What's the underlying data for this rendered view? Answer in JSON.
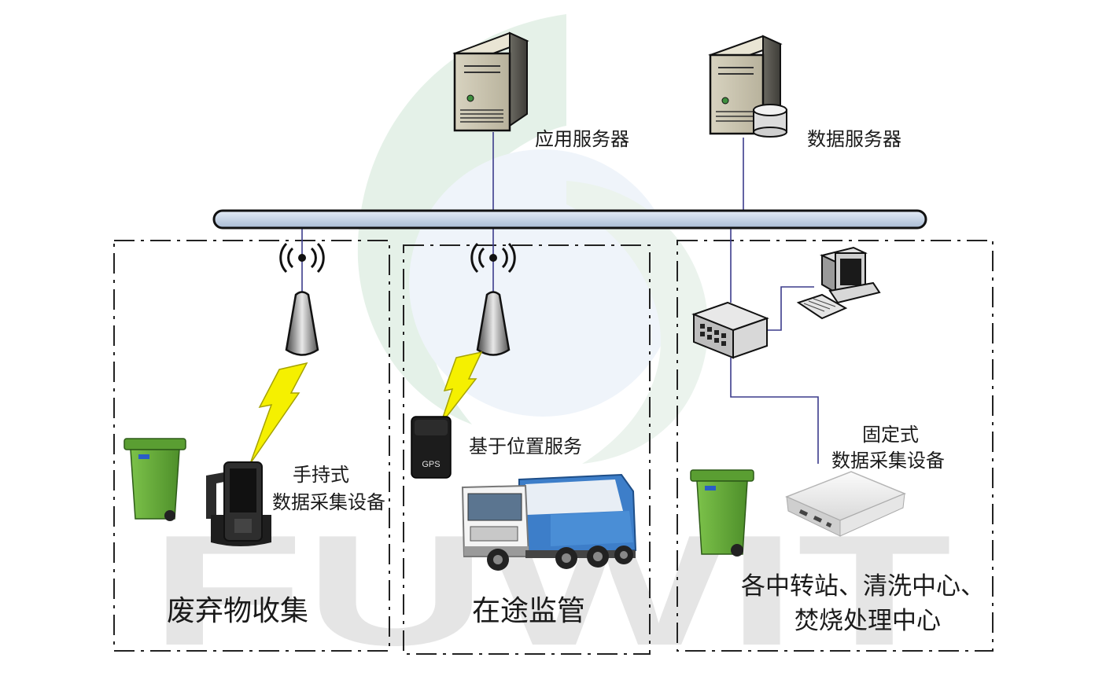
{
  "watermark": {
    "text": "FUWIT"
  },
  "servers": {
    "app_server_label": "应用服务器",
    "data_server_label": "数据服务器"
  },
  "handheld": {
    "label_line1": "手持式",
    "label_line2": "数据采集设备"
  },
  "gps": {
    "device_text": "GPS",
    "label": "基于位置服务"
  },
  "fixed": {
    "label_line1": "固定式",
    "label_line2": "数据采集设备"
  },
  "sections": {
    "waste_collection": "废弃物收集",
    "transit_supervision": "在途监管",
    "station_line1": "各中转站、清洗中心、",
    "station_line2": "焚烧处理中心"
  },
  "colors": {
    "bus_fill": "#c9d6e8",
    "link_line": "#3c3c8c",
    "bin_green": "#6db33f",
    "lightning": "#f5f000"
  }
}
